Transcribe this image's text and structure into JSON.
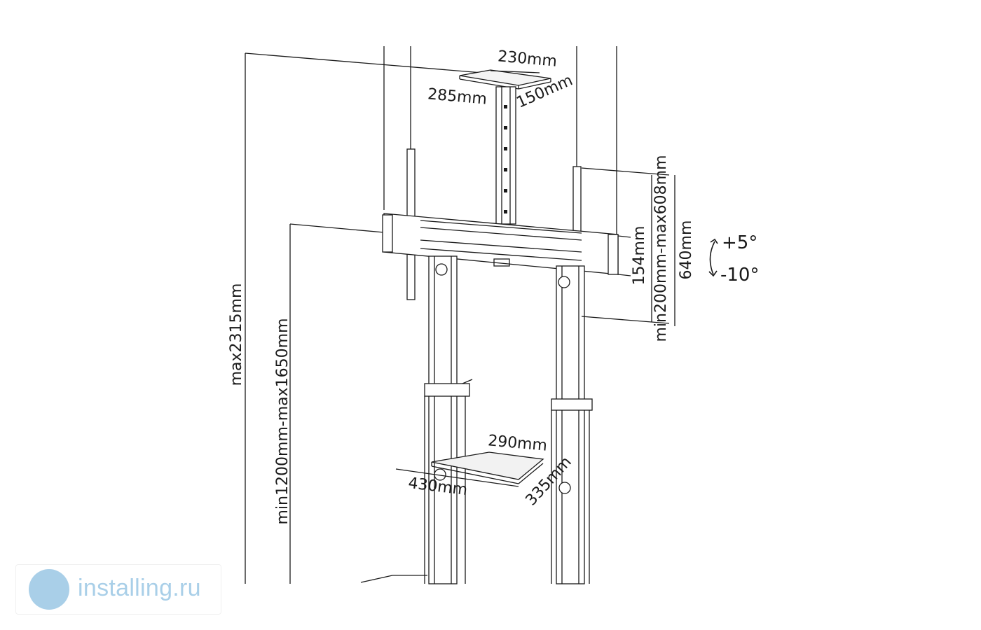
{
  "dimensions": {
    "top_width": "230mm",
    "top_depth_left": "285mm",
    "top_depth_right": "150mm",
    "total_height": "max2315mm",
    "mount_height": "min1200mm-max1650mm",
    "bracket_height": "154mm",
    "vesa_range": "min200mm-max608mm",
    "bracket_total": "640mm",
    "tilt_up": "+5°",
    "tilt_down": "-10°",
    "shelf_width": "290mm",
    "shelf_front": "430mm",
    "shelf_depth": "335mm"
  },
  "watermark": {
    "text": "installing.ru",
    "color": "#a9cfe8"
  }
}
